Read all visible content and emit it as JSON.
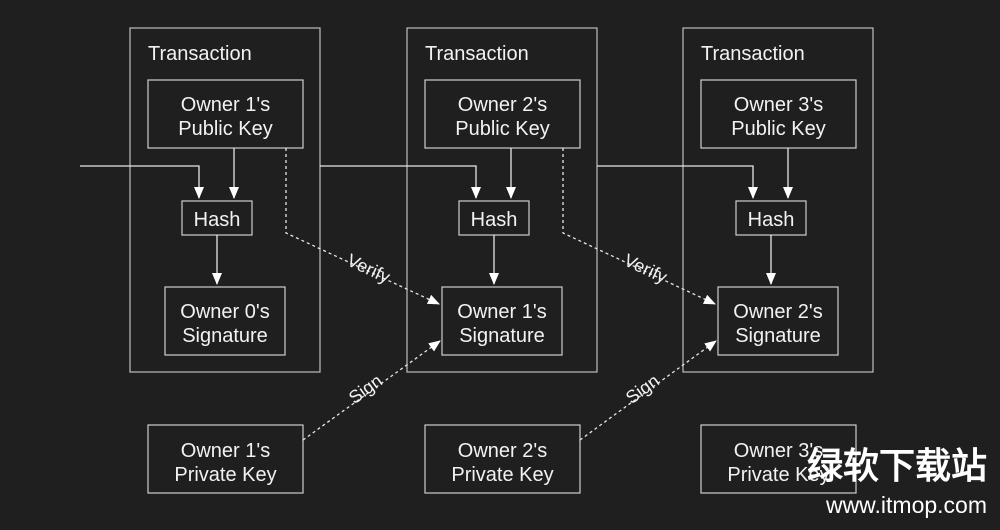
{
  "frames": [
    {
      "title": "Transaction"
    },
    {
      "title": "Transaction"
    },
    {
      "title": "Transaction"
    }
  ],
  "public_keys": [
    {
      "lines": [
        "Owner 1's",
        "Public Key"
      ]
    },
    {
      "lines": [
        "Owner 2's",
        "Public Key"
      ]
    },
    {
      "lines": [
        "Owner 3's",
        "Public Key"
      ]
    }
  ],
  "hash_label": "Hash",
  "signatures": [
    {
      "lines": [
        "Owner 0's",
        "Signature"
      ]
    },
    {
      "lines": [
        "Owner 1's",
        "Signature"
      ]
    },
    {
      "lines": [
        "Owner 2's",
        "Signature"
      ]
    }
  ],
  "private_keys": [
    {
      "lines": [
        "Owner 1's",
        "Private Key"
      ]
    },
    {
      "lines": [
        "Owner 2's",
        "Private Key"
      ]
    },
    {
      "lines": [
        "Owner 3's",
        "Private Key"
      ]
    }
  ],
  "edge_labels": {
    "verify": "Verify",
    "sign": "Sign"
  },
  "colors": {
    "background": "#1f1f1f",
    "line": "#e6e6e6",
    "text": "#f2f2f2"
  },
  "watermark": {
    "chinese": "绿软下载站",
    "url": "www.itmop.com"
  }
}
